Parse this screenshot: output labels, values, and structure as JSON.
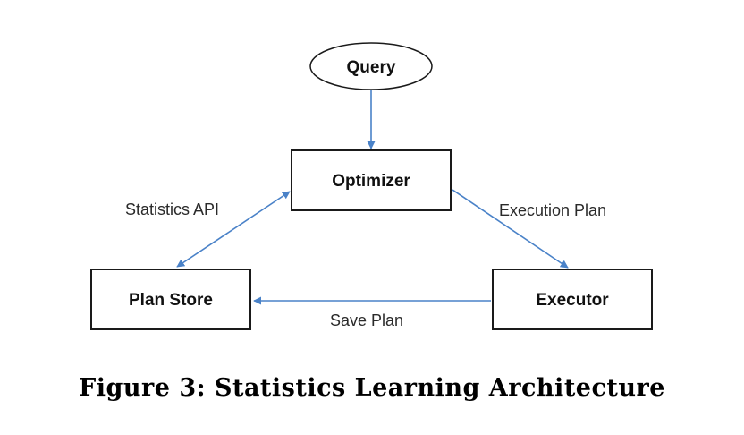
{
  "diagram": {
    "nodes": {
      "query": "Query",
      "optimizer": "Optimizer",
      "plan_store": "Plan Store",
      "executor": "Executor"
    },
    "edges": {
      "statistics_api": "Statistics API",
      "execution_plan": "Execution Plan",
      "save_plan": "Save Plan"
    },
    "edge_color": "#4a82c8"
  },
  "caption": "Figure 3:  Statistics Learning Architecture"
}
